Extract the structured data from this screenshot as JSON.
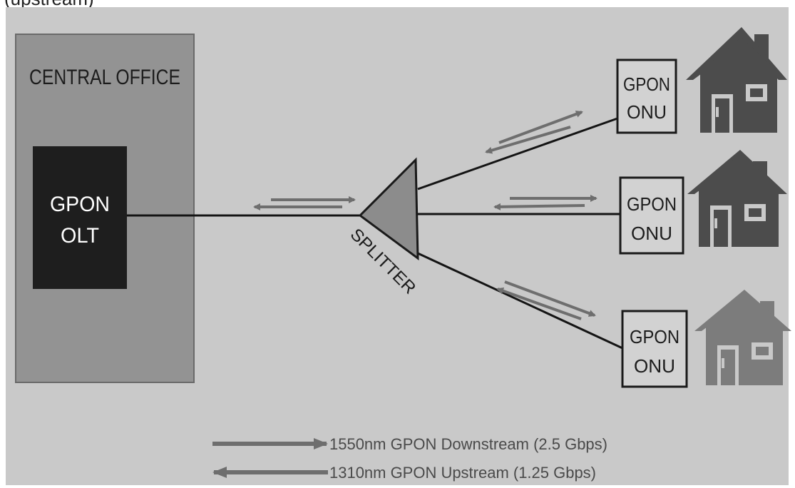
{
  "top_fragment": "(upstream)",
  "central_office": {
    "title": "CENTRAL OFFICE"
  },
  "olt": {
    "line1": "GPON",
    "line2": "OLT"
  },
  "splitter": {
    "label": "SPLITTER"
  },
  "onus": [
    {
      "line1": "GPON",
      "line2": "ONU"
    },
    {
      "line1": "GPON",
      "line2": "ONU"
    },
    {
      "line1": "GPON",
      "line2": "ONU"
    }
  ],
  "legend": {
    "downstream": "1550nm GPON Downstream (2.5 Gbps)",
    "upstream": "1310nm GPON Upstream (1.25 Gbps)"
  },
  "colors": {
    "background": "#c9c9c9",
    "central_office": "#939393",
    "olt": "#1e1e1e",
    "arrow": "#6e6e6e",
    "line": "#141414",
    "house_dark": "#4c4c4c",
    "house_light": "#7c7c7c"
  }
}
